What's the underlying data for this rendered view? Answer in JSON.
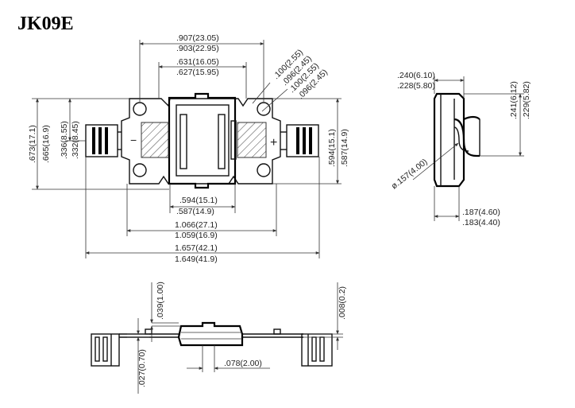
{
  "title": "JK09E",
  "top_view": {
    "width_outer": {
      "max": ".907(23.05)",
      "min": ".903(22.95)"
    },
    "width_inner": {
      "max": ".631(16.05)",
      "min": ".627(15.95)"
    },
    "hole_dims": [
      ".100(2.55)",
      ".096(2.45)",
      ".100(2.55)",
      ".096(2.45)"
    ],
    "height_total": {
      "max": ".673(17.1)",
      "min": ".665(16.9)"
    },
    "height_half": {
      "max": ".336(8.55)",
      "min": ".332(8.45)"
    },
    "height_right": {
      "max": ".594(15.1)",
      "min": ".587(14.9)"
    },
    "window_width": {
      "max": ".594(15.1)",
      "min": ".587(14.9)"
    },
    "body_width": {
      "max": "1.066(27.1)",
      "min": "1.059(16.9)"
    },
    "overall_width": {
      "max": "1.657(42.1)",
      "min": "1.649(41.9)"
    },
    "minus_symbol": "−",
    "plus_symbol": "+"
  },
  "side_view": {
    "thickness": {
      "max": ".240(6.10)",
      "min": ".228(5.80)"
    },
    "height": {
      "max": ".241(6.12)",
      "min": ".229(5.82)"
    },
    "radius": "ø.157(4.00)",
    "base": {
      "max": ".187(4.60)",
      "min": ".183(4.40)"
    }
  },
  "front_view": {
    "step": ".039(1.00)",
    "tab_gap": ".008(0.2)",
    "tab_thickness": ".027(0.70)",
    "offset": ".078(2.00)"
  }
}
